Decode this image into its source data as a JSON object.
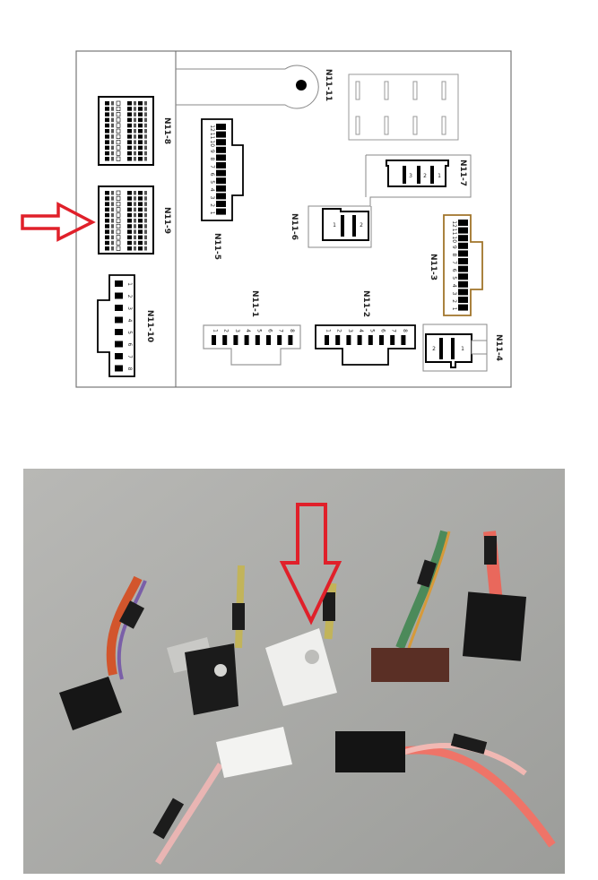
{
  "diagram": {
    "title_hidden": "",
    "connectors": {
      "n11_1": {
        "label": "N11-1",
        "pins": [
          "1",
          "2",
          "3",
          "4",
          "5",
          "6",
          "7",
          "8"
        ]
      },
      "n11_2": {
        "label": "N11-2",
        "pins": [
          "1",
          "2",
          "3",
          "4",
          "5",
          "6",
          "7",
          "8"
        ]
      },
      "n11_3": {
        "label": "N11-3",
        "pins": [
          "12",
          "11",
          "10",
          "9",
          "8",
          "7",
          "6",
          "5",
          "4",
          "3",
          "2",
          "1"
        ]
      },
      "n11_4": {
        "label": "N11-4",
        "pins": [
          "2",
          "1"
        ]
      },
      "n11_5": {
        "label": "N11-5",
        "pins": [
          "12",
          "11",
          "10",
          "9",
          "8",
          "7",
          "6",
          "5",
          "4",
          "3",
          "2",
          "1"
        ]
      },
      "n11_6": {
        "label": "N11-6",
        "pins": [
          "1",
          "2"
        ]
      },
      "n11_7": {
        "label": "N11-7",
        "pins": [
          "3",
          "2",
          "1"
        ]
      },
      "n11_8": {
        "label": "N11-8"
      },
      "n11_9": {
        "label": "N11-9"
      },
      "n11_10": {
        "label": "N11-10",
        "pins": [
          "1",
          "2",
          "3",
          "4",
          "5",
          "6",
          "7",
          "8"
        ]
      },
      "n11_11": {
        "label": "N11-11"
      }
    },
    "highlight_color": "#e0202a",
    "n11_3_color": "#a0742a"
  },
  "photo": {
    "background_color": "#a9aaa7",
    "arrow_color": "#e0202a"
  }
}
